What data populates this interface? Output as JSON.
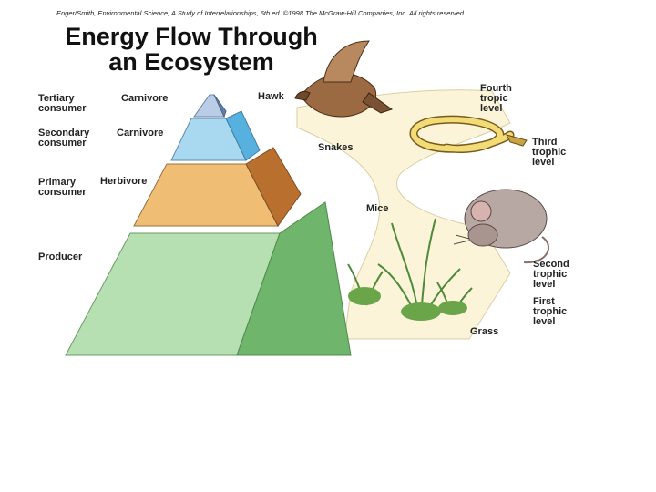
{
  "copyright": "Enger/Smith, Environmental Science, A Study of Interrelationships, 6th ed. ©1998 The McGraw-Hill Companies, Inc. All rights reserved.",
  "title": {
    "line1": "Energy Flow Through",
    "line2": "an Ecosystem"
  },
  "levels": [
    {
      "consumer": [
        "Tertiary",
        "consumer"
      ],
      "role": "Carnivore",
      "organism": "Hawk",
      "trophic": [
        "Fourth",
        "tropic",
        "level"
      ]
    },
    {
      "consumer": [
        "Secondary",
        "consumer"
      ],
      "role": "Carnivore",
      "organism": "Snakes",
      "trophic": [
        "Third",
        "trophic",
        "level"
      ]
    },
    {
      "consumer": [
        "Primary",
        "consumer"
      ],
      "role": "Herbivore",
      "organism": "Mice",
      "trophic": [
        "Second",
        "trophic",
        "level"
      ]
    },
    {
      "consumer": [
        "Producer"
      ],
      "role": "",
      "organism": "Grass",
      "trophic": [
        "First",
        "trophic",
        "level"
      ]
    }
  ],
  "colors": {
    "tier1": "#a9c3e0",
    "tier2": "#a7d3ef",
    "tier3": "#e9b66c",
    "tier4": "#a9d6a6",
    "path": "#fbf4d8"
  }
}
